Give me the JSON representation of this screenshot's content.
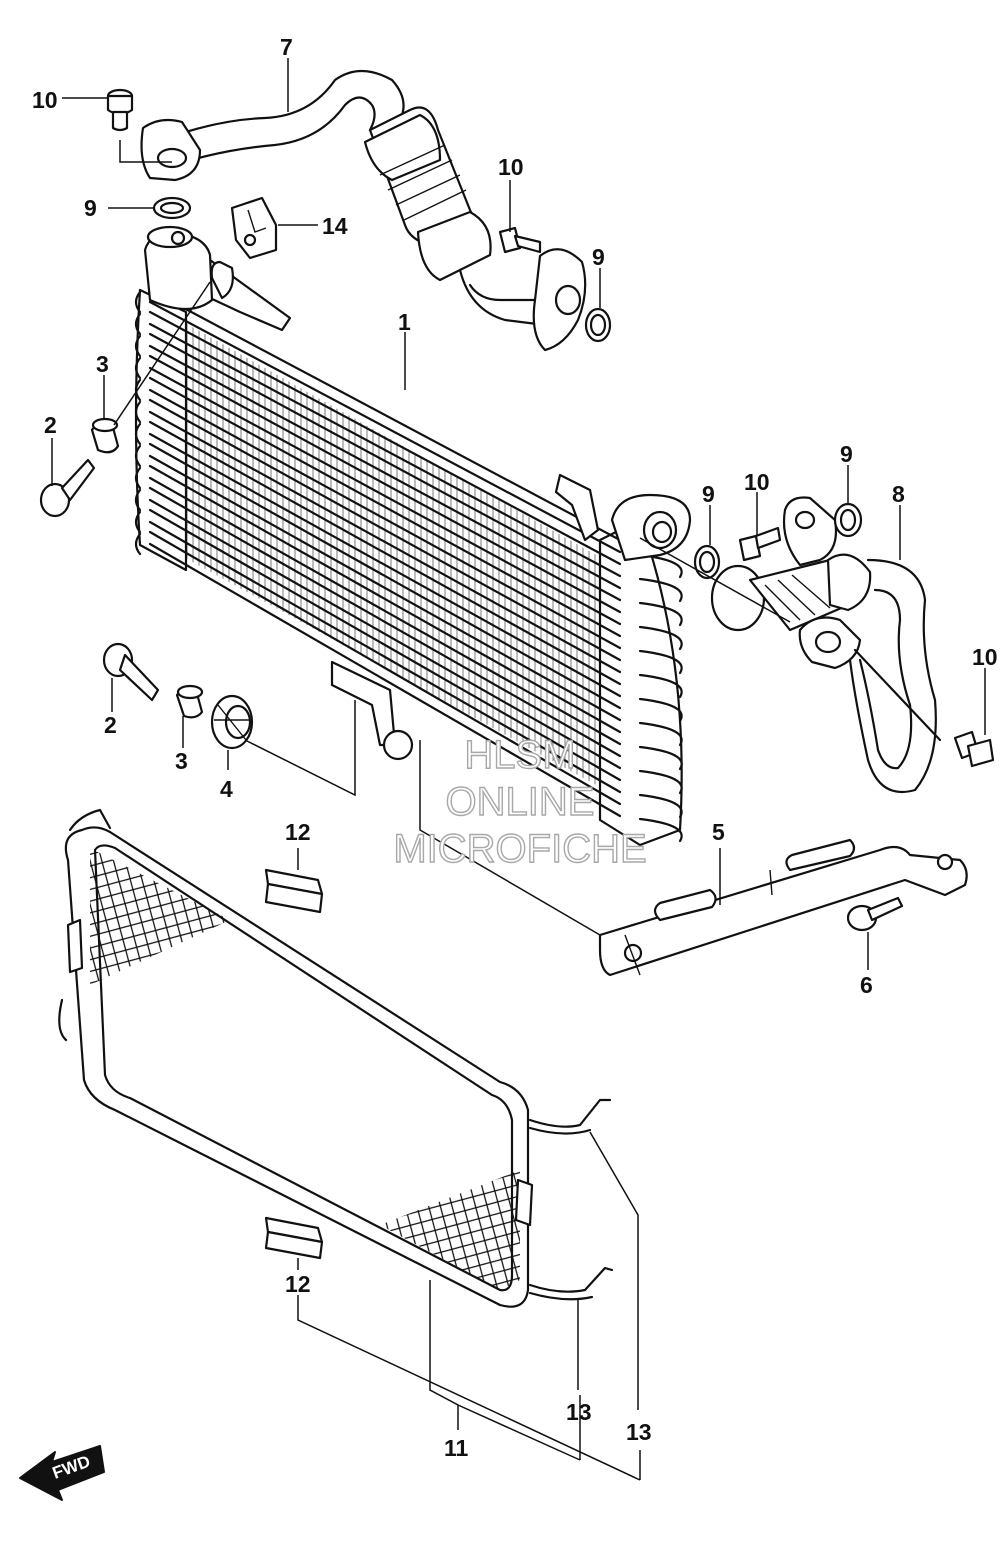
{
  "callouts": {
    "c1": "1",
    "c2a": "2",
    "c2b": "2",
    "c3a": "3",
    "c3b": "3",
    "c4": "4",
    "c5": "5",
    "c6": "6",
    "c7": "7",
    "c8": "8",
    "c9a": "9",
    "c9b": "9",
    "c9c": "9",
    "c9d": "9",
    "c10a": "10",
    "c10b": "10",
    "c10c": "10",
    "c10d": "10",
    "c11": "11",
    "c12a": "12",
    "c12b": "12",
    "c13a": "13",
    "c13b": "13",
    "c14": "14"
  },
  "watermark": {
    "line1": "HLSM",
    "line2": "ONLINE",
    "line3": "MICROFICHE"
  },
  "fwd_label": "FWD",
  "colors": {
    "ink": "#111111",
    "background": "#ffffff",
    "watermark": "#a8a8a8"
  }
}
